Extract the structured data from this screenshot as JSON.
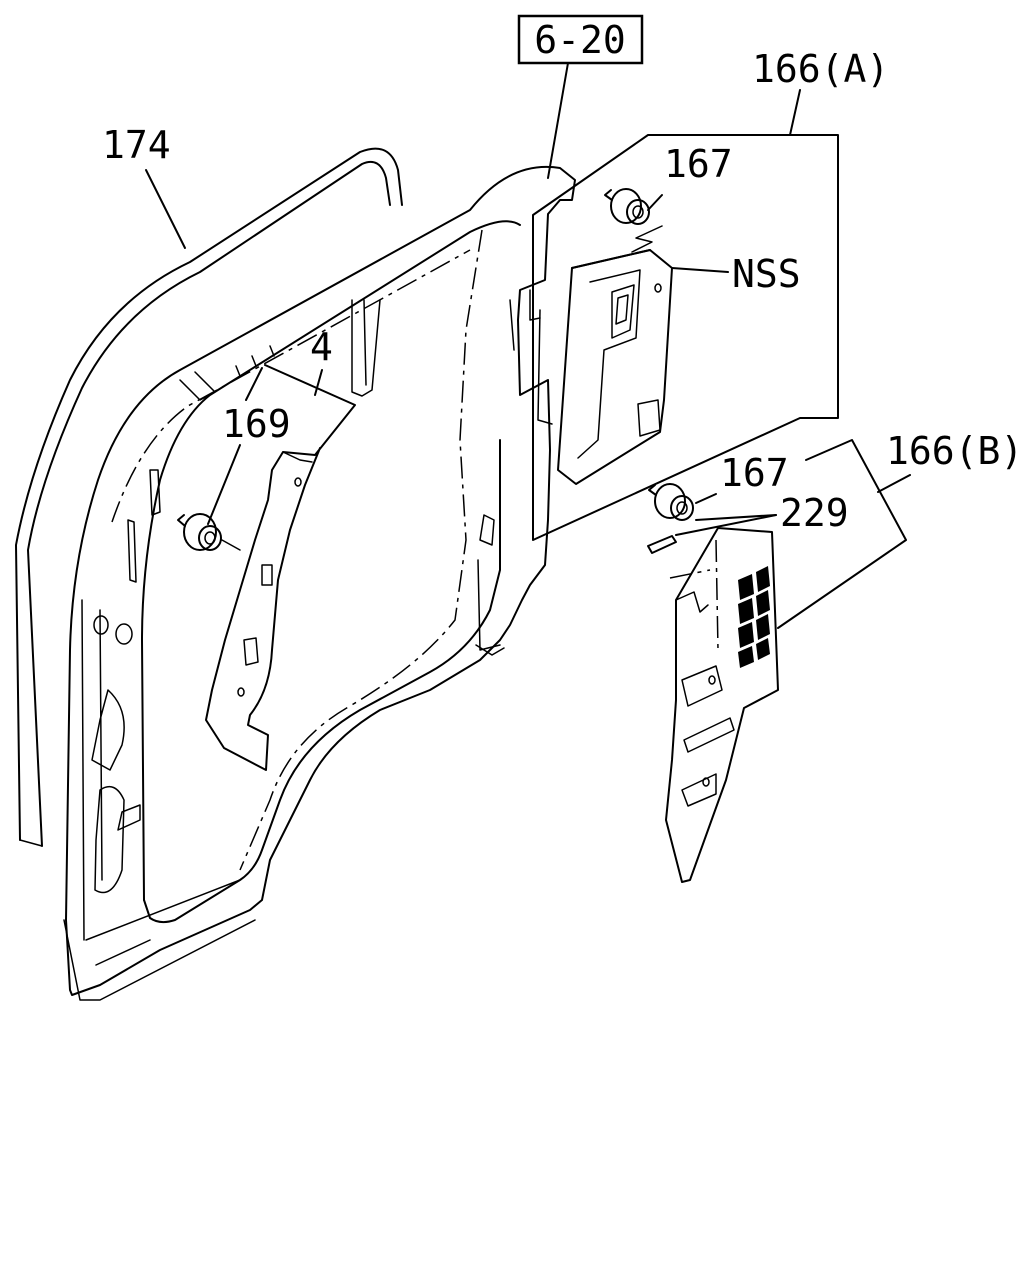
{
  "labels": {
    "ref_box": "6-20",
    "part_174": "174",
    "part_166a": "166(A)",
    "part_167a": "167",
    "part_nss": "NSS",
    "part_4": "4",
    "part_169": "169",
    "part_166b": "166(B)",
    "part_167b": "167",
    "part_229": "229"
  }
}
